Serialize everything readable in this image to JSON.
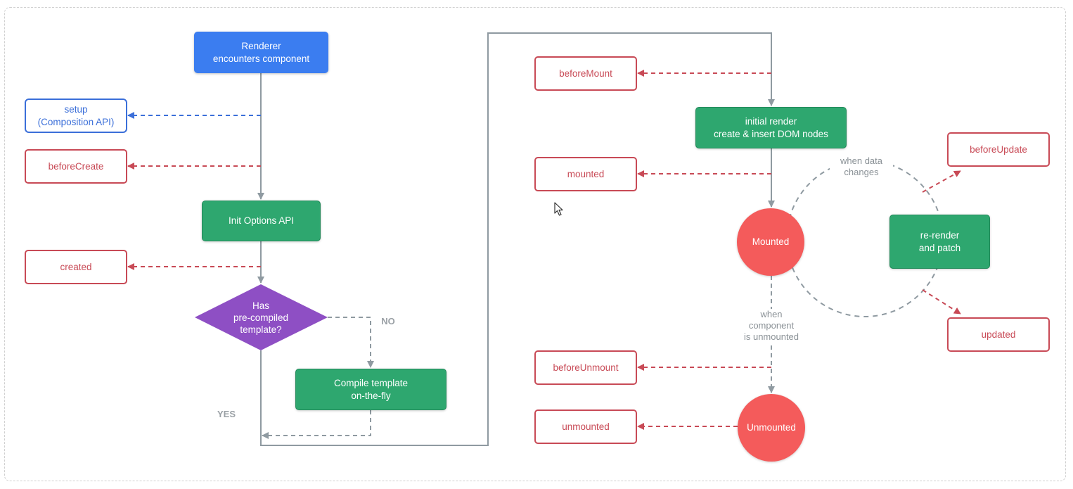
{
  "colors": {
    "connector": "#8f9aa1",
    "hook_red": "#c84a56",
    "hook_blue": "#3b6fd9",
    "process_green": "#2ea76f",
    "start_blue": "#3b7df0",
    "decision_purple": "#8e4fc4",
    "state_red": "#f45b5b"
  },
  "nodes": {
    "renderer": "Renderer\nencounters component",
    "init_options": "Init Options API",
    "decision": "Has\npre-compiled\ntemplate?",
    "compile": "Compile template\non-the-fly",
    "initial_render": "initial render\ncreate & insert DOM nodes",
    "rerender": "re-render\nand patch",
    "mounted_state": "Mounted",
    "unmounted_state": "Unmounted"
  },
  "hooks": {
    "setup": "setup\n(Composition API)",
    "before_create": "beforeCreate",
    "created": "created",
    "before_mount": "beforeMount",
    "mounted": "mounted",
    "before_update": "beforeUpdate",
    "updated": "updated",
    "before_unmount": "beforeUnmount",
    "unmounted": "unmounted"
  },
  "labels": {
    "no": "NO",
    "yes": "YES",
    "when_data_changes": "when data\nchanges",
    "when_component_unmounted": "when\ncomponent\nis unmounted"
  },
  "icons": {
    "cursor": "mouse-pointer-icon"
  }
}
